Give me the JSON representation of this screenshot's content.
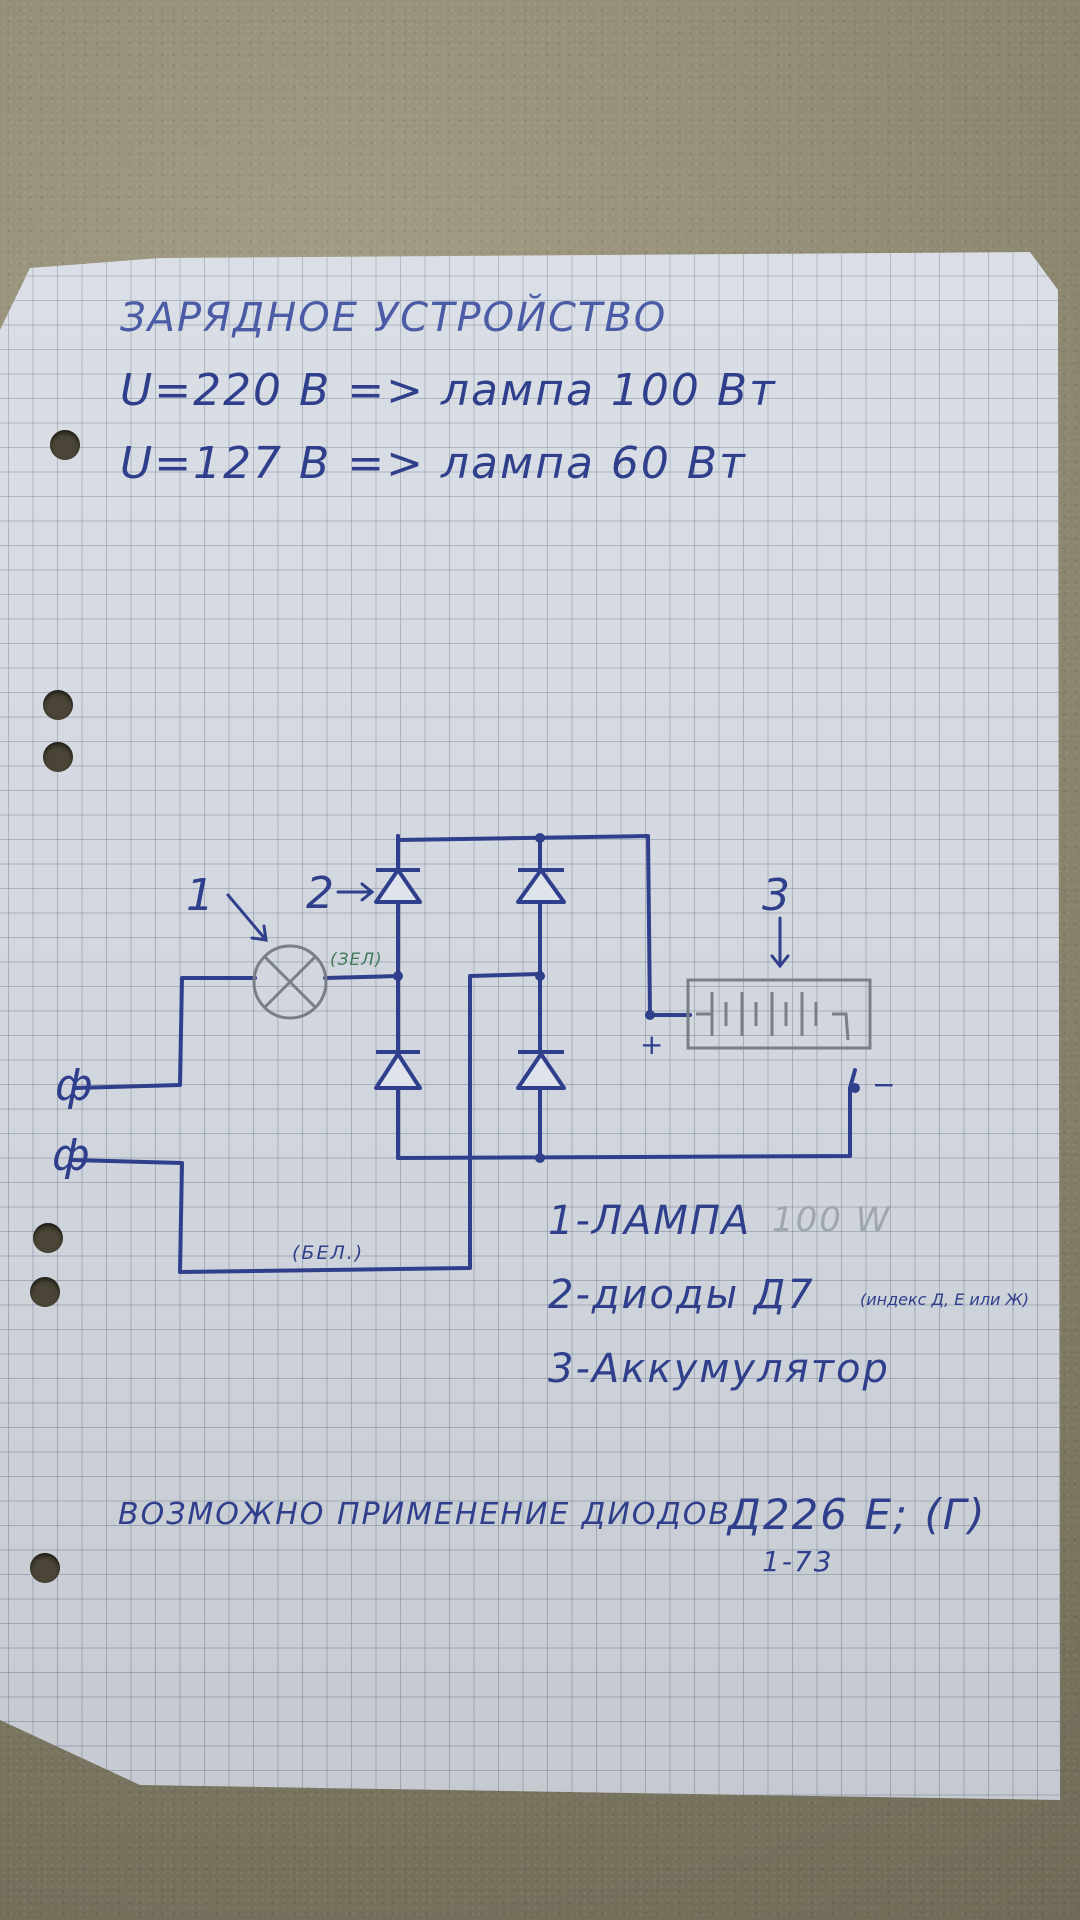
{
  "notes": {
    "title": "ЗАРЯДНОЕ УСТРОЙСТВО",
    "line1": "U=220 В => лампа 100 Вт",
    "line2": "U=127 В => лампа 60 Вт"
  },
  "diagram": {
    "callouts": {
      "lamp": "1",
      "diodes": "2",
      "battery": "3"
    },
    "wire_labels": {
      "green_wire": "(ЗЕЛ)",
      "white_wire": "(БЕЛ.)"
    },
    "terminal_symbol": "ф",
    "battery_polarity": {
      "plus": "+",
      "minus": "−"
    }
  },
  "legend": {
    "item1": "1-ЛАМПА",
    "item1_note": "100 W",
    "item2": "2-диоды Д7",
    "item2_note": "(индекс Д, Е или Ж)",
    "item3": "3-Аккумулятор"
  },
  "footer": {
    "text": "ВОЗМОЖНО ПРИМЕНЕНИЕ ДИОДОВ",
    "part": "Д226 Е; (Г)",
    "part_sub": "1-73"
  },
  "colors": {
    "ink": "#2f3f8c",
    "pencil": "#7a7f86",
    "green_ink": "#3f7a5a",
    "paper": "#d9dee6"
  }
}
